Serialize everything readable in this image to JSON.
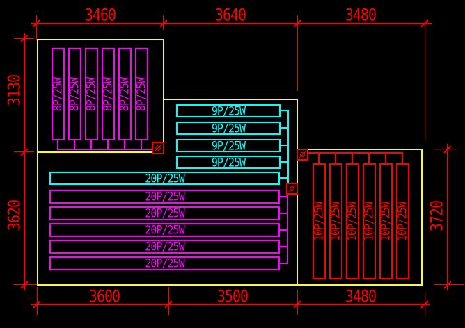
{
  "drawing_type": "floor plan with lighting fixtures and dimensions",
  "colors": {
    "background": "#000000",
    "walls": "#FFFF00",
    "dimensions": "#FF0000",
    "magenta_fixtures": "#FF00FF",
    "cyan_fixtures": "#00FFFF",
    "red_fixtures": "#FF0000"
  },
  "dimensions": {
    "top": [
      "3460",
      "3640",
      "3480"
    ],
    "bottom": [
      "3600",
      "3500",
      "3480"
    ],
    "left": [
      "3130",
      "3620"
    ],
    "right": [
      "3720"
    ]
  },
  "rooms": {
    "top_left": {
      "fixture_label": "8P/25W",
      "fixture_count": 6,
      "fixture_color": "#FF00FF",
      "orientation": "vertical"
    },
    "middle": {
      "fixture_label": "9P/25W",
      "fixture_count": 4,
      "fixture_color": "#00FFFF",
      "orientation": "horizontal"
    },
    "bottom_left": {
      "fixture_label": "20P/25W",
      "fixture_count": 6,
      "fixture_color_first": "#00FFFF",
      "fixture_color_rest": "#FF00FF",
      "orientation": "horizontal"
    },
    "bottom_right": {
      "fixture_label": "10P/25W",
      "fixture_count": 6,
      "fixture_color": "#FF0000",
      "orientation": "vertical"
    }
  },
  "devices": {
    "phi_symbol": "ø",
    "count": 3
  }
}
